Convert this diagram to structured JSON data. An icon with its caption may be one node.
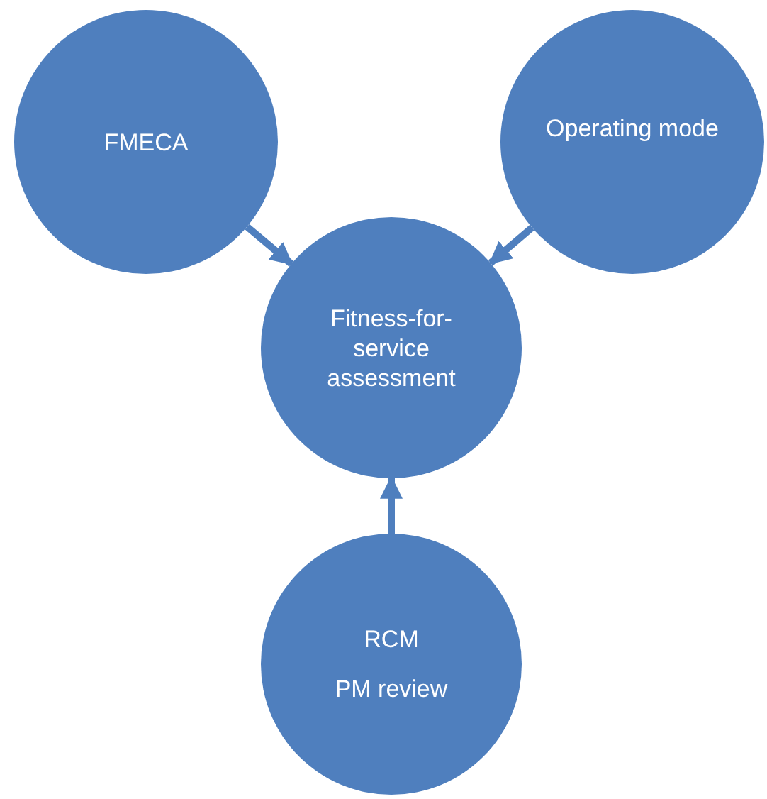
{
  "diagram": {
    "nodes": [
      {
        "text": [
          "FMECA"
        ]
      },
      {
        "text": [
          "Operating mode"
        ]
      },
      {
        "text": [
          "Fitness-for-service assessment"
        ]
      },
      {
        "text": [
          "RCM",
          "PM review"
        ]
      }
    ],
    "edges": [
      {
        "from": 0,
        "to": 2,
        "arrow": "to"
      },
      {
        "from": 1,
        "to": 2,
        "arrow": "to"
      },
      {
        "from": 3,
        "to": 2,
        "arrow": "to"
      }
    ]
  }
}
